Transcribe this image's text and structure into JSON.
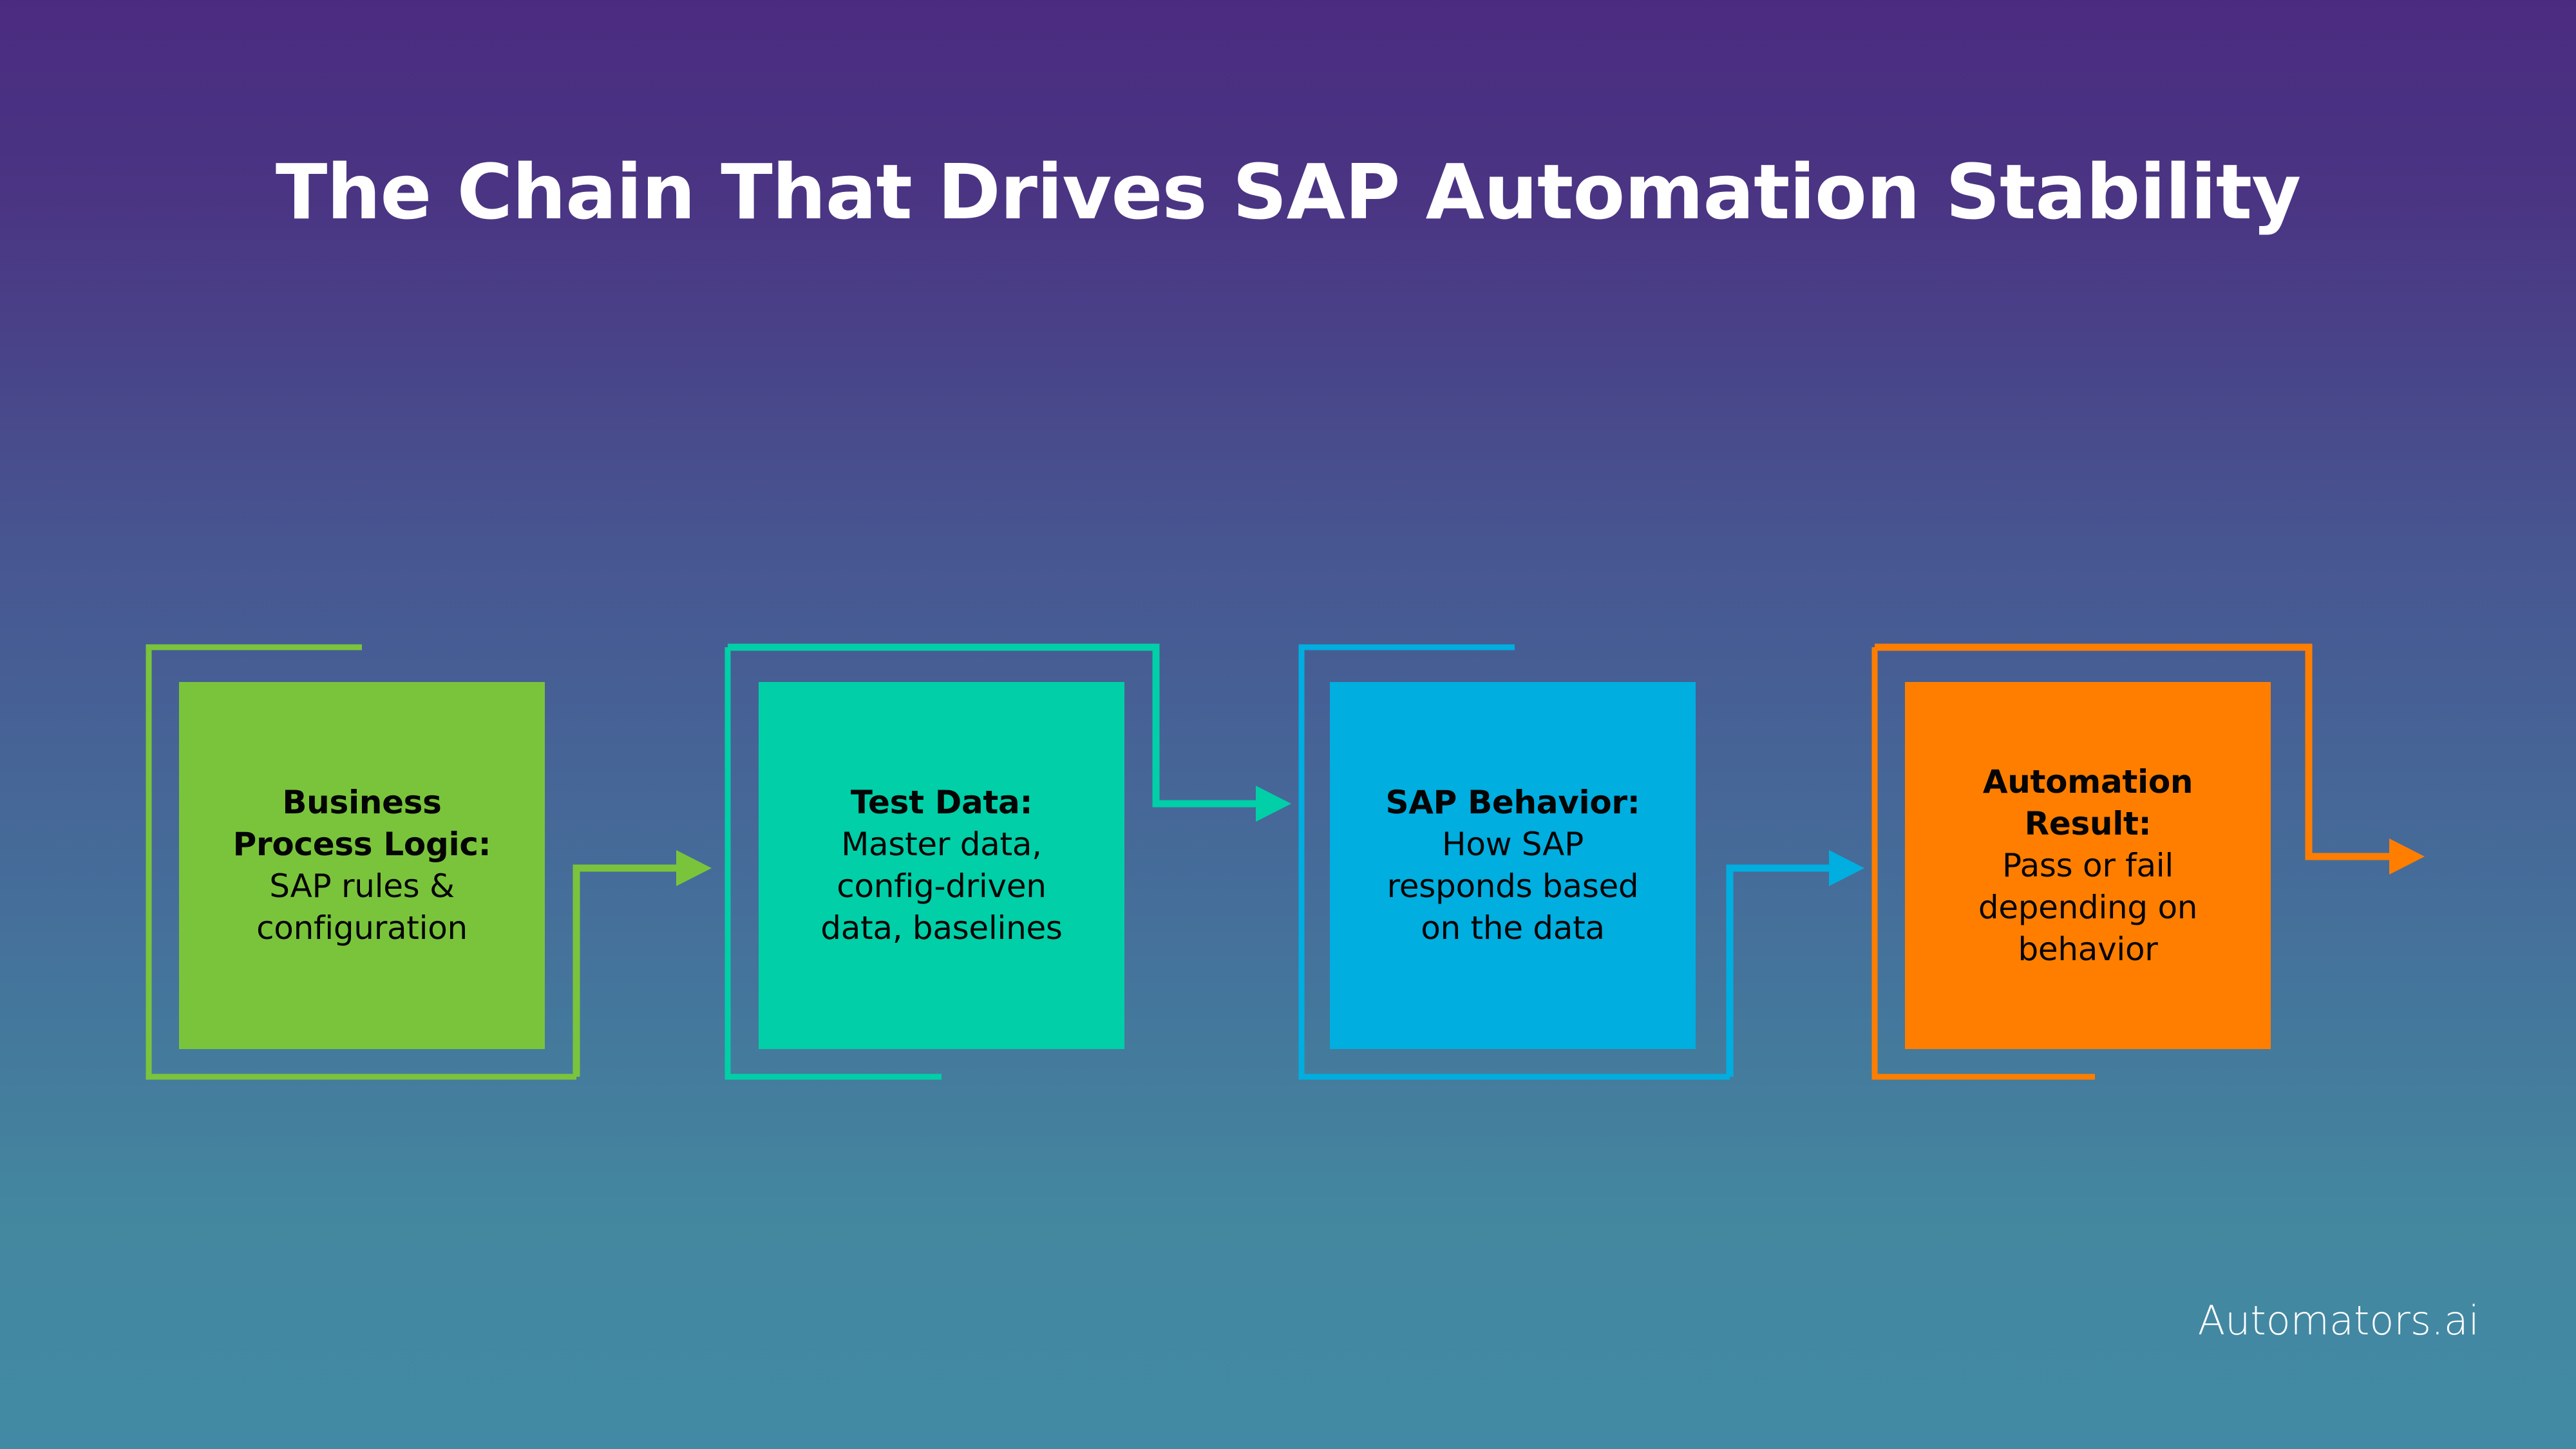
{
  "slide": {
    "title": "The Chain That Drives SAP Automation Stability",
    "brand": "Automators.ai",
    "background": {
      "top_color": "#4B2B80",
      "bottom_color": "#4289A5"
    },
    "title_color": "#FFFFFF"
  },
  "chart_data": {
    "type": "diagram",
    "layout": "horizontal-flow-chain",
    "title": "The Chain That Drives SAP Automation Stability",
    "legend": null,
    "steps": [
      {
        "index": 1,
        "title": "Business Process Logic:",
        "description": "SAP rules & configuration",
        "description_lines": [
          "SAP rules &",
          "configuration"
        ],
        "title_lines": [
          "Business",
          "Process Logic:"
        ],
        "color": "#7AC43C",
        "frame_color": "#7AC43C",
        "text_color": "#050505",
        "connector_from": "bottom-right",
        "has_outgoing_arrow": true
      },
      {
        "index": 2,
        "title": "Test Data:",
        "description": "Master data, config-driven data, baselines",
        "description_lines": [
          "Master data,",
          "config-driven",
          "data, baselines"
        ],
        "title_lines": [
          "Test Data:"
        ],
        "color": "#00CFA8",
        "frame_color": "#00CFA8",
        "text_color": "#050505",
        "connector_from": "top-right",
        "has_outgoing_arrow": true
      },
      {
        "index": 3,
        "title": "SAP Behavior:",
        "description": "How SAP responds based on the data",
        "description_lines": [
          "How SAP",
          "responds based",
          "on the data"
        ],
        "title_lines": [
          "SAP Behavior:"
        ],
        "color": "#00AEE0",
        "frame_color": "#00AEE0",
        "text_color": "#050505",
        "connector_from": "bottom-right",
        "has_outgoing_arrow": true
      },
      {
        "index": 4,
        "title": "Automation Result:",
        "description": "Pass or fail depending on behavior",
        "description_lines": [
          "Pass or fail",
          "depending on",
          "behavior"
        ],
        "title_lines": [
          "Automation Result:"
        ],
        "color": "#FF7E00",
        "frame_color": "#FF7E00",
        "text_color": "#050505",
        "connector_from": "top-right",
        "has_outgoing_arrow": true
      }
    ]
  }
}
